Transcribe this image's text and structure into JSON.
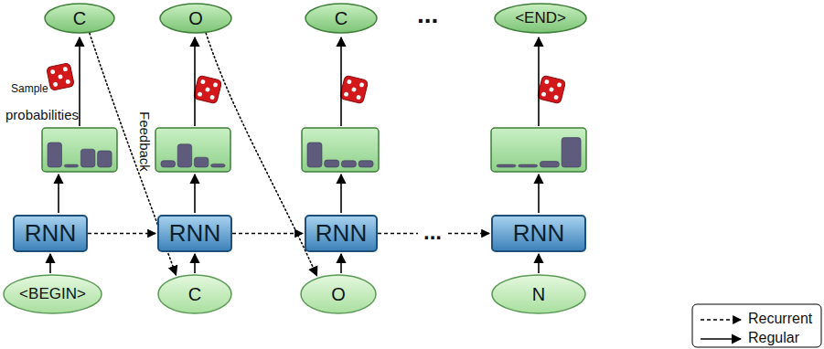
{
  "diagram": {
    "nodes": [
      {
        "text": [
          "C"
        ]
      },
      {
        "text": [
          "O"
        ]
      },
      {
        "text": [
          "C"
        ]
      },
      {
        "text": [
          "<END>"
        ]
      },
      {
        "text": [
          "RNN"
        ]
      },
      {
        "text": [
          "RNN"
        ]
      },
      {
        "text": [
          "RNN"
        ]
      },
      {
        "text": [
          "RNN"
        ]
      },
      {
        "text": [
          "<BEGIN>"
        ]
      },
      {
        "text": [
          "C"
        ]
      },
      {
        "text": [
          "O"
        ]
      },
      {
        "text": [
          "N"
        ]
      }
    ],
    "edges": [
      {
        "from": 8,
        "to": 4,
        "arrow": "to"
      },
      {
        "from": 9,
        "to": 5,
        "arrow": "to"
      },
      {
        "from": 10,
        "to": 6,
        "arrow": "to"
      },
      {
        "from": 11,
        "to": 7,
        "arrow": "to"
      },
      {
        "from": 4,
        "to": 5,
        "arrow": "to"
      },
      {
        "from": 5,
        "to": 6,
        "arrow": "to"
      },
      {
        "from": 6,
        "to": 7,
        "arrow": "to"
      },
      {
        "from": 0,
        "to": 9,
        "arrow": "to"
      },
      {
        "from": 1,
        "to": 10,
        "arrow": "to"
      }
    ],
    "labels": [
      "...",
      "Sample",
      "probabilities",
      "Feedback",
      "..."
    ],
    "legend": [
      {
        "text": "Recurrent"
      },
      {
        "text": "Regular"
      }
    ]
  }
}
